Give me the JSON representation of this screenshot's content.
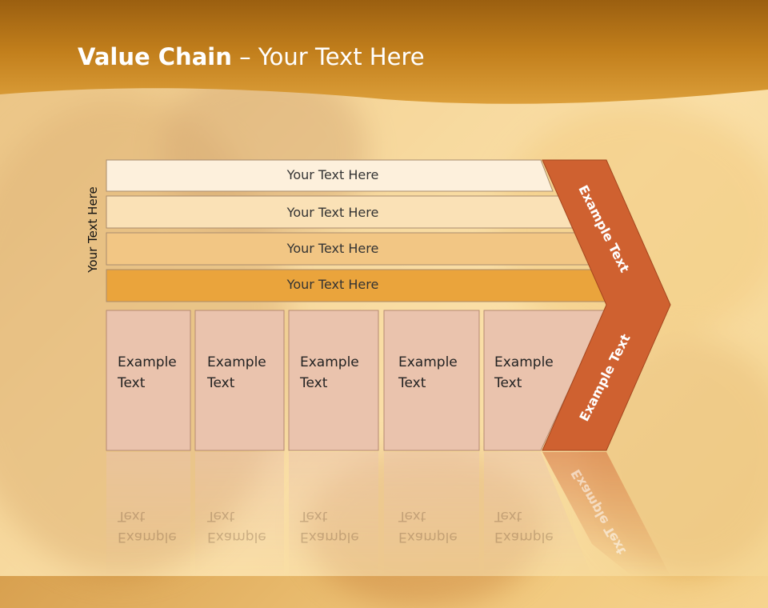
{
  "slide": {
    "title_bold": "Value Chain",
    "title_rest": " – Your Text Here",
    "side_label": "Your Text Here"
  },
  "rows": [
    {
      "label": "Your Text Here",
      "color": "#fdf0dc"
    },
    {
      "label": "Your Text Here",
      "color": "#fae1b6"
    },
    {
      "label": "Your Text Here",
      "color": "#f2c684"
    },
    {
      "label": "Your Text Here",
      "color": "#eaa43c"
    }
  ],
  "cells": [
    {
      "line1": "Example",
      "line2": "Text"
    },
    {
      "line1": "Example",
      "line2": "Text"
    },
    {
      "line1": "Example",
      "line2": "Text"
    },
    {
      "line1": "Example",
      "line2": "Text"
    },
    {
      "line1": "Example",
      "line2": "Text"
    }
  ],
  "arrow": {
    "upper_label": "Example Text",
    "lower_label": "Example Text",
    "color": "#cf6130"
  },
  "colors": {
    "header_band": "#c9851a",
    "cell_fill": "#eac3ad",
    "cell_border": "#b58a73"
  }
}
